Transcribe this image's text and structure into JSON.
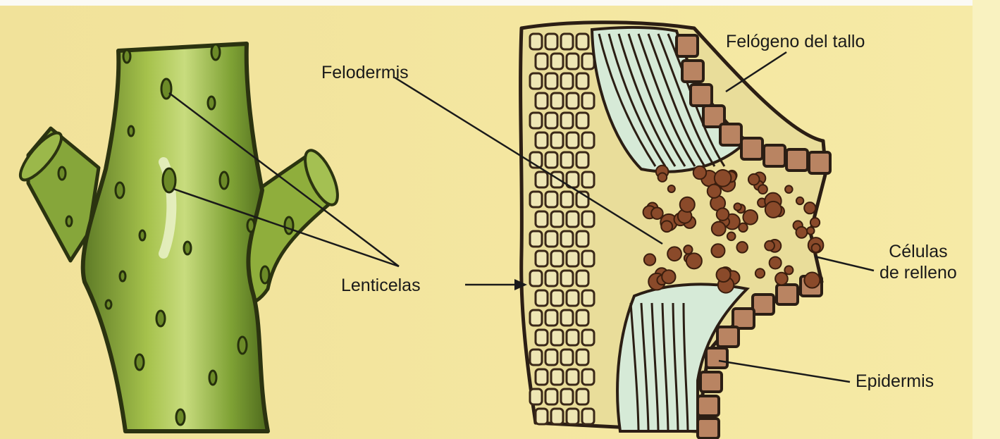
{
  "labels": {
    "felogeno": "Felógeno del tallo",
    "felodermis": "Felodermis",
    "celulas_line1": "Células",
    "celulas_line2": "de relleno",
    "lenticelas": "Lenticelas",
    "epidermis": "Epidermis"
  },
  "colors": {
    "paper": "#f3e49a",
    "stem_green": "#8fae3c",
    "stem_dark": "#3c4a14",
    "outline": "#2b1e14",
    "cork_brown": "#b98462",
    "pale_cells": "#d6ead7",
    "filling_cells": "#8a4a2a"
  }
}
